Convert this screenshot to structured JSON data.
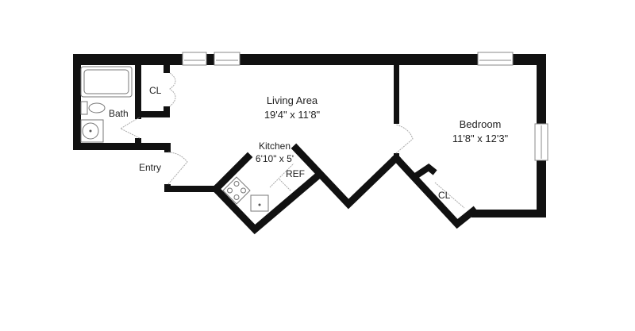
{
  "floorplan": {
    "rooms": [
      {
        "name": "Living Area",
        "dims": "19'4\" x 11'8\""
      },
      {
        "name": "Bedroom",
        "dims": "11'8\" x 12'3\""
      },
      {
        "name": "Kitchen",
        "dims": "6'10\" x 5'"
      },
      {
        "name": "Bath"
      },
      {
        "name": "CL"
      },
      {
        "name": "CL"
      },
      {
        "name": "Entry"
      },
      {
        "name": "REF"
      }
    ],
    "colors": {
      "wall": "#111111",
      "background": "#ffffff",
      "fixture": "#777777"
    }
  }
}
